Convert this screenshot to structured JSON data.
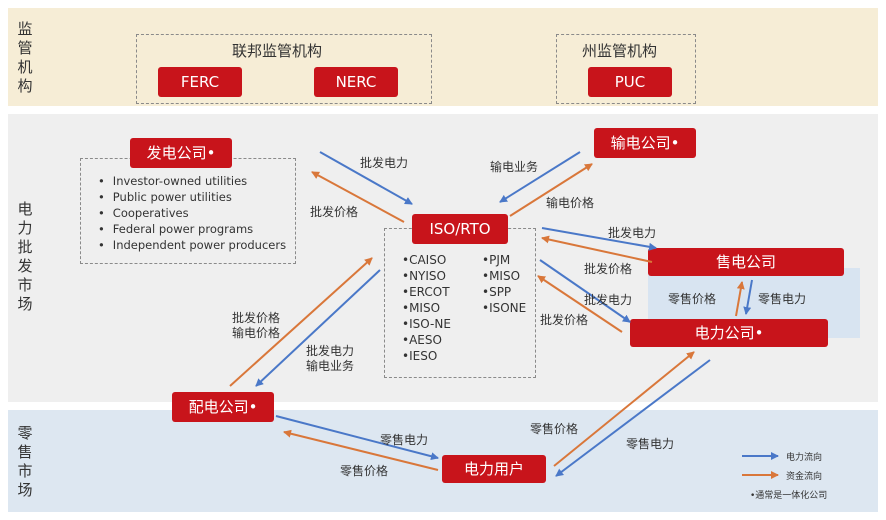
{
  "bands": {
    "regulator": {
      "label": "监\n管\n机\n构",
      "color": "#f6edd6"
    },
    "wholesale": {
      "label": "电\n力\n批\n发\n市\n场",
      "color": "#efefef"
    },
    "retail": {
      "label": "零\n售\n市\n场",
      "color": "#dde7f1"
    }
  },
  "regulators": {
    "federal": {
      "title": "联邦监管机构",
      "ferc": "FERC",
      "nerc": "NERC"
    },
    "state": {
      "title": "州监管机构",
      "puc": "PUC"
    }
  },
  "nodes": {
    "genco": "发电公司•",
    "transco": "输电公司•",
    "iso": "ISO/RTO",
    "retailer": "售电公司",
    "utility": "电力公司•",
    "distco": "配电公司•",
    "consumer": "电力用户"
  },
  "genco_types": [
    "Investor-owned utilities",
    "Public power utilities",
    "Cooperatives",
    "Federal power programs",
    "Independent power producers"
  ],
  "iso_list": {
    "col1": [
      "•CAISO",
      "•NYISO",
      "•ERCOT",
      "•MISO",
      "•ISO-NE",
      "•AESO",
      "•IESO"
    ],
    "col2": [
      "•PJM",
      "•MISO",
      "•SPP",
      "•ISONE"
    ]
  },
  "edge_labels": {
    "gen_wholesale_power": "批发电力",
    "gen_wholesale_price": "批发价格",
    "trans_service": "输电业务",
    "trans_price": "输电价格",
    "ret_wholesale_power": "批发电力",
    "ret_wholesale_price": "批发价格",
    "util_wholesale_power": "批发电力",
    "util_wholesale_price": "批发价格",
    "ret_retail_price": "零售价格",
    "ret_retail_power": "零售电力",
    "dist_price_1": "批发价格",
    "dist_price_2": "输电价格",
    "dist_power_1": "批发电力",
    "dist_power_2": "输电业务",
    "dist_retail_power": "零售电力",
    "dist_retail_price": "零售价格",
    "util_retail_price": "零售价格",
    "util_retail_power": "零售电力"
  },
  "legend": {
    "power_flow": "电力流向",
    "money_flow": "资金流向",
    "note": "•通常是一体化公司"
  },
  "colors": {
    "power_arrow": "#4a78c8",
    "money_arrow": "#d9773a",
    "node_red": "#c8141b"
  }
}
